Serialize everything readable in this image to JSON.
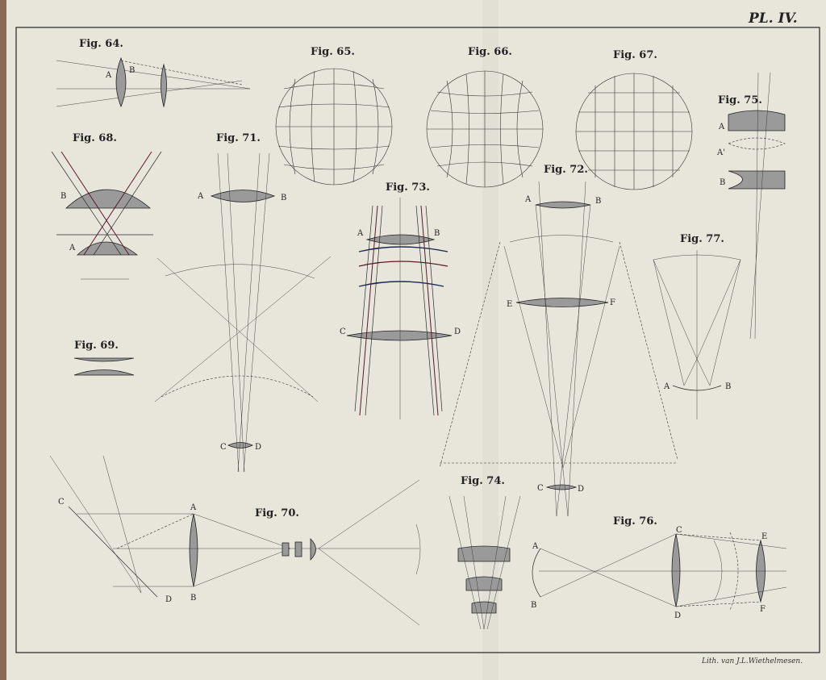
{
  "plate": {
    "title": "PL. IV.",
    "credit": "Lith. van J.L.Wiethelmesen."
  },
  "figures": {
    "fig64": {
      "caption": "Fig. 64.",
      "labels": [
        "A",
        "B"
      ]
    },
    "fig65": {
      "caption": "Fig. 65."
    },
    "fig66": {
      "caption": "Fig. 66."
    },
    "fig67": {
      "caption": "Fig. 67."
    },
    "fig68": {
      "caption": "Fig. 68.",
      "labels": [
        "B",
        "A"
      ]
    },
    "fig69": {
      "caption": "Fig. 69."
    },
    "fig70": {
      "caption": "Fig. 70.",
      "labels": [
        "C",
        "A",
        "B",
        "D"
      ]
    },
    "fig71": {
      "caption": "Fig. 71.",
      "labels": [
        "A",
        "B",
        "C",
        "D"
      ]
    },
    "fig72": {
      "caption": "Fig. 72.",
      "labels": [
        "A",
        "B",
        "E",
        "F",
        "C",
        "D"
      ]
    },
    "fig73": {
      "caption": "Fig. 73.",
      "labels": [
        "A",
        "B",
        "C",
        "D"
      ]
    },
    "fig74": {
      "caption": "Fig. 74."
    },
    "fig75": {
      "caption": "Fig. 75.",
      "labels": [
        "A",
        "A'",
        "B"
      ]
    },
    "fig76": {
      "caption": "Fig. 76.",
      "labels": [
        "A",
        "B",
        "C",
        "D",
        "E",
        "F"
      ]
    },
    "fig77": {
      "caption": "Fig. 77.",
      "labels": [
        "A",
        "B"
      ]
    }
  }
}
